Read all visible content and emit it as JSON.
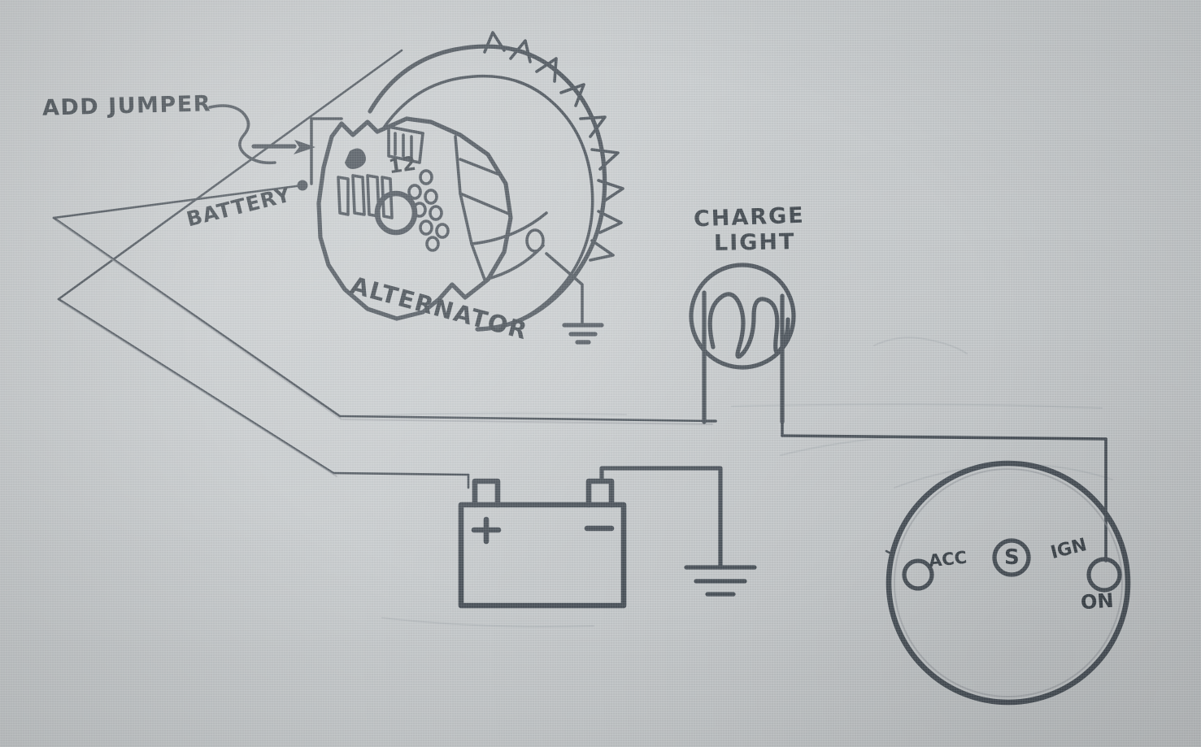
{
  "document": {
    "title": "Alternator Charging System Wiring Diagram",
    "medium": "hand-drawn pencil sketch on textured paper",
    "paper_color": "#c9cdcf",
    "ink_color": "#4c545c"
  },
  "labels": {
    "add_jumper": "ADD JUMPER",
    "battery_wire": "BATTERY",
    "alternator": "ALTERNATOR",
    "charge_light_line1": "CHARGE",
    "charge_light_line2": "LIGHT",
    "alternator_marking": "12",
    "battery_positive": "+",
    "battery_negative": "−"
  },
  "ignition_switch": {
    "name": "ignition-switch",
    "terminals": [
      {
        "id": "acc",
        "label": "ACC",
        "label_position": "right"
      },
      {
        "id": "s",
        "label": "S",
        "label_position": "center"
      },
      {
        "id": "ign",
        "label": "IGN",
        "label_position": "upper-left"
      },
      {
        "id": "on",
        "label": "ON",
        "label_position": "below"
      }
    ]
  },
  "components": [
    {
      "id": "alternator",
      "label": "ALTERNATOR",
      "grounded": true
    },
    {
      "id": "charge-light",
      "label": "CHARGE LIGHT",
      "grounded": false
    },
    {
      "id": "battery",
      "label": "BATTERY",
      "grounded": true
    },
    {
      "id": "ignition-switch",
      "label": "",
      "grounded": false
    }
  ],
  "annotations": {
    "jumper_note": "ADD JUMPER",
    "jumper_arrow": "arrow pointing right to alternator terminal"
  }
}
